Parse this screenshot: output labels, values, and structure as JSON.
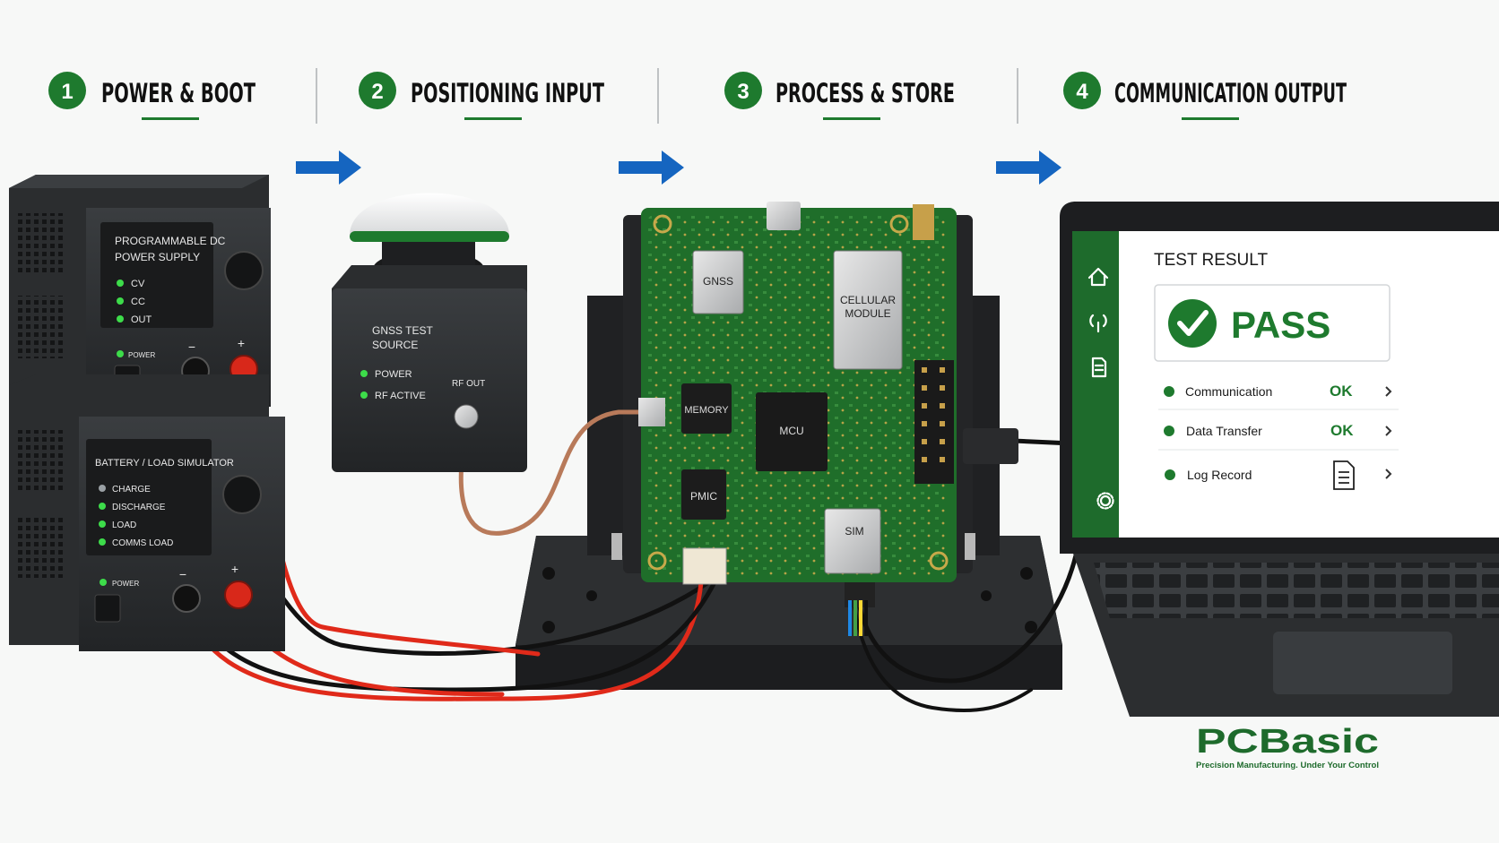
{
  "steps": [
    {
      "num": "1",
      "label": "POWER & BOOT"
    },
    {
      "num": "2",
      "label": "POSITIONING INPUT"
    },
    {
      "num": "3",
      "label": "PROCESS & STORE"
    },
    {
      "num": "4",
      "label": "COMMUNICATION OUTPUT"
    }
  ],
  "power_supply": {
    "title_line1": "PROGRAMMABLE DC",
    "title_line2": "POWER SUPPLY",
    "indicators": [
      "CV",
      "CC",
      "OUT"
    ],
    "power_label": "POWER",
    "minus": "−",
    "plus": "+"
  },
  "battery_sim": {
    "title": "BATTERY / LOAD SIMULATOR",
    "indicators": [
      "CHARGE",
      "DISCHARGE",
      "LOAD",
      "COMMS LOAD"
    ],
    "power_label": "POWER",
    "minus": "−",
    "plus": "+"
  },
  "gnss_source": {
    "title_line1": "GNSS TEST",
    "title_line2": "SOURCE",
    "indicators": [
      "POWER",
      "RF ACTIVE"
    ],
    "rf_out": "RF OUT"
  },
  "pcb": {
    "gnss": "GNSS",
    "cellular_line1": "CELLULAR",
    "cellular_line2": "MODULE",
    "memory": "MEMORY",
    "mcu": "MCU",
    "pmic": "PMIC",
    "sim": "SIM"
  },
  "laptop": {
    "title": "TEST RESULT",
    "result": "PASS",
    "rows": [
      {
        "label": "Communication",
        "status": "OK"
      },
      {
        "label": "Data Transfer",
        "status": "OK"
      },
      {
        "label": "Log Record",
        "status": ""
      }
    ],
    "sidebar_icons": [
      "home-icon",
      "antenna-icon",
      "document-icon",
      "gear-icon"
    ]
  },
  "brand": {
    "logo": "PCBasic",
    "tagline": "Precision Manufacturing. Under Your Control"
  },
  "colors": {
    "accent_green": "#1e7a2e",
    "arrow_blue": "#1565c0",
    "led_green": "#3ddc4a",
    "wire_red": "#e02a1a",
    "pcb_green": "#1f6e2a"
  }
}
